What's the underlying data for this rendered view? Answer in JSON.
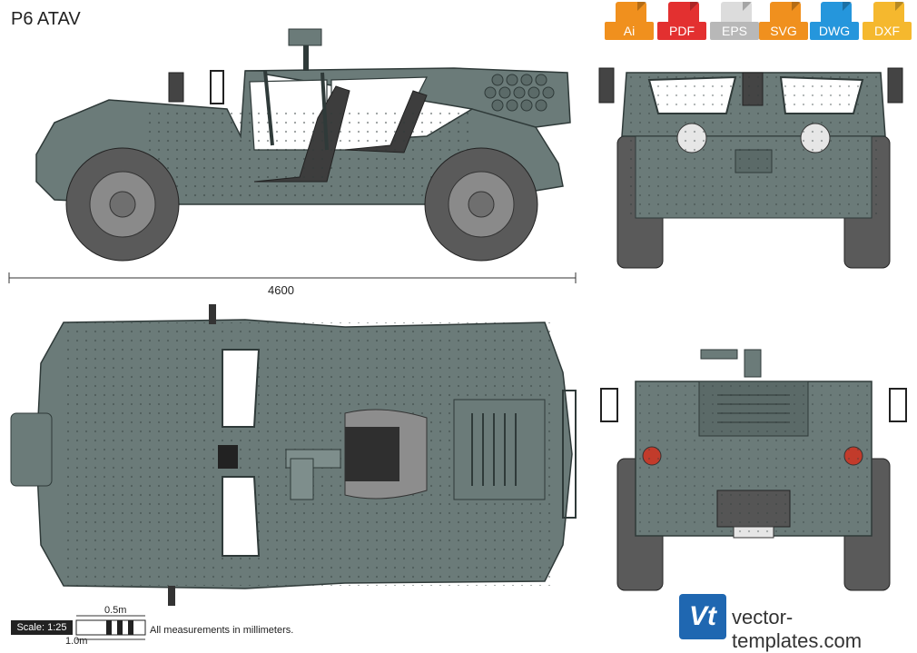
{
  "title": "P6 ATAV",
  "formats": [
    {
      "label": "Ai",
      "color": "#f0901e"
    },
    {
      "label": "PDF",
      "color": "#e33030"
    },
    {
      "label": "EPS",
      "color": "#c9c9c9"
    },
    {
      "label": "SVG",
      "color": "#f0901e"
    },
    {
      "label": "DWG",
      "color": "#2596dc"
    },
    {
      "label": "DXF",
      "color": "#f5b82e"
    }
  ],
  "dimension_label": "4600",
  "scale": {
    "label": "Scale: 1:25",
    "half_label": "0.5m",
    "full_label": "1.0m"
  },
  "note": "All measurements in millimeters.",
  "brand": {
    "logo": "Vt",
    "name": "vector-templates.com"
  },
  "watermark": "vector-templates.com",
  "colors": {
    "body": "#6b7b79",
    "dark": "#4f5e5c",
    "tire": "#5a5a5a",
    "rim": "#8a8a8a",
    "outline": "#2f3a39"
  }
}
